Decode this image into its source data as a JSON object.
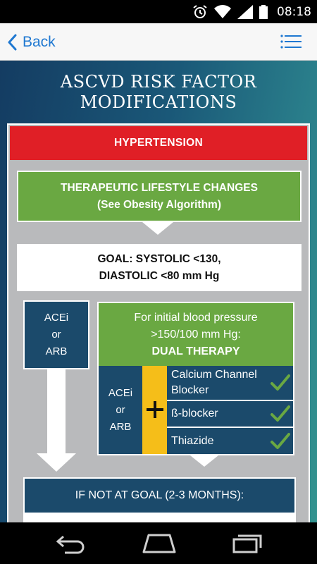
{
  "status_bar": {
    "time": "08:18"
  },
  "navbar": {
    "back_label": "Back"
  },
  "page": {
    "title_line1": "ASCVD RISK FACTOR",
    "title_line2": "MODIFICATIONS"
  },
  "algorithm": {
    "header": "HYPERTENSION",
    "lifestyle": {
      "line1": "THERAPEUTIC LIFESTYLE CHANGES",
      "line2": "(See Obesity Algorithm)"
    },
    "goal": {
      "line1": "GOAL: SYSTOLIC <130,",
      "line2": "DIASTOLIC <80 mm Hg"
    },
    "mono_therapy": {
      "line1": "ACEi",
      "line2": "or",
      "line3": "ARB"
    },
    "dual_therapy": {
      "line1": "For initial blood pressure",
      "line2": ">150/100 mm Hg:",
      "line3": "DUAL THERAPY",
      "base": {
        "line1": "ACEi",
        "line2": "or",
        "line3": "ARB"
      },
      "options": [
        {
          "label_line1": "Calcium Channel",
          "label_line2": "Blocker"
        },
        {
          "label_line1": "ß-blocker"
        },
        {
          "label_line1": "Thiazide"
        }
      ]
    },
    "not_at_goal": "IF NOT AT GOAL (2-3 MONTHS):"
  },
  "colors": {
    "red": "#e01f26",
    "green": "#6aa842",
    "navy": "#1b4a6b",
    "yellow": "#f5be19",
    "link_blue": "#1f78d1"
  }
}
